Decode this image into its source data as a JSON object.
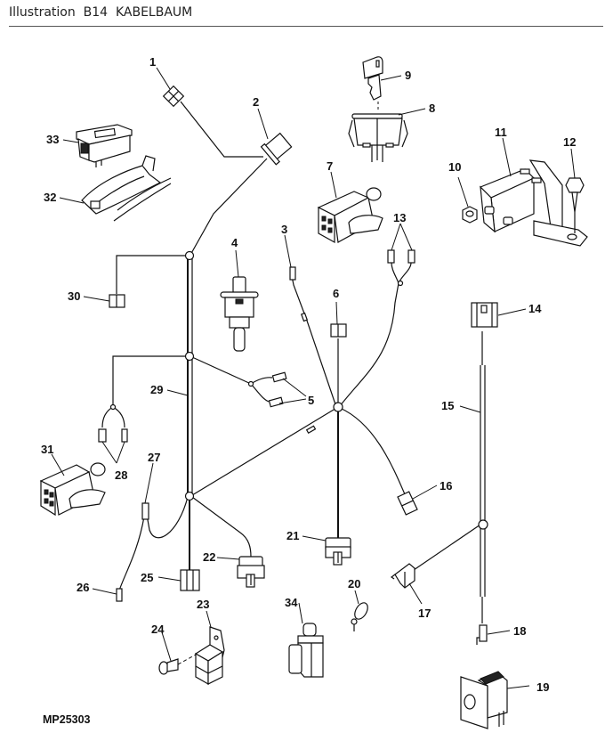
{
  "header": {
    "prefix": "Illustration",
    "code": "B14",
    "title": "KABELBAUM"
  },
  "figure_id": "MP25303",
  "callouts": [
    "1",
    "2",
    "3",
    "4",
    "5",
    "6",
    "7",
    "8",
    "9",
    "10",
    "11",
    "12",
    "13",
    "14",
    "15",
    "16",
    "17",
    "18",
    "19",
    "20",
    "21",
    "22",
    "23",
    "24",
    "25",
    "26",
    "27",
    "28",
    "29",
    "30",
    "31",
    "32",
    "33",
    "34"
  ],
  "parts": [
    {
      "callout": "1",
      "icon": "connector-icon"
    },
    {
      "callout": "2",
      "icon": "connector-icon"
    },
    {
      "callout": "3",
      "icon": "terminal-icon"
    },
    {
      "callout": "4",
      "icon": "plunger-switch-icon"
    },
    {
      "callout": "5",
      "icon": "terminal-pair-icon"
    },
    {
      "callout": "6",
      "icon": "connector-icon"
    },
    {
      "callout": "7",
      "icon": "interlock-switch-icon"
    },
    {
      "callout": "8",
      "icon": "ignition-switch-icon"
    },
    {
      "callout": "9",
      "icon": "key-icon"
    },
    {
      "callout": "10",
      "icon": "nut-icon"
    },
    {
      "callout": "11",
      "icon": "solenoid-icon"
    },
    {
      "callout": "12",
      "icon": "screw-icon"
    },
    {
      "callout": "13",
      "icon": "terminal-pair-icon"
    },
    {
      "callout": "14",
      "icon": "connector-icon"
    },
    {
      "callout": "15",
      "icon": "harness-icon"
    },
    {
      "callout": "16",
      "icon": "connector-icon"
    },
    {
      "callout": "17",
      "icon": "connector-icon"
    },
    {
      "callout": "18",
      "icon": "terminal-icon"
    },
    {
      "callout": "19",
      "icon": "rocker-switch-icon"
    },
    {
      "callout": "20",
      "icon": "clamp-icon"
    },
    {
      "callout": "21",
      "icon": "connector-icon"
    },
    {
      "callout": "22",
      "icon": "connector-icon"
    },
    {
      "callout": "23",
      "icon": "relay-icon"
    },
    {
      "callout": "24",
      "icon": "screw-icon"
    },
    {
      "callout": "25",
      "icon": "connector-icon"
    },
    {
      "callout": "26",
      "icon": "terminal-icon"
    },
    {
      "callout": "27",
      "icon": "terminal-icon"
    },
    {
      "callout": "28",
      "icon": "terminal-pair-icon"
    },
    {
      "callout": "29",
      "icon": "harness-icon"
    },
    {
      "callout": "30",
      "icon": "connector-icon"
    },
    {
      "callout": "31",
      "icon": "interlock-switch-icon"
    },
    {
      "callout": "32",
      "icon": "bracket-icon"
    },
    {
      "callout": "33",
      "icon": "indicator-switch-icon"
    },
    {
      "callout": "34",
      "icon": "switch-icon"
    }
  ]
}
